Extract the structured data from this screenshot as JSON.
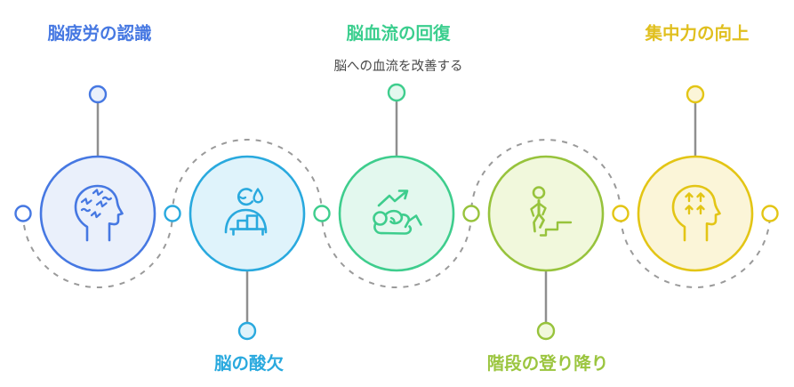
{
  "diagram": {
    "type": "process-loop-infographic",
    "subtitle": "脳への血流を改善する",
    "connector": {
      "style": "dashed-wave",
      "line_color": "#9A9A9A",
      "stem_color": "#8F8F8F"
    },
    "steps": [
      {
        "label": "脳疲労の認識",
        "label_position": "top",
        "label_color": "#4678E2",
        "circle_stroke": "#4678E2",
        "circle_fill": "#EAF0FB",
        "icon": "fatigued-head-icon"
      },
      {
        "label": "脳の酸欠",
        "label_position": "bottom",
        "label_color": "#29A9DE",
        "circle_stroke": "#29A9DE",
        "circle_fill": "#DFF3FB",
        "icon": "person-sweating-desk-icon"
      },
      {
        "label": "脳血流の回復",
        "label_position": "top",
        "label_color": "#3BCE8E",
        "circle_stroke": "#3ECD8D",
        "circle_fill": "#E3F8EE",
        "icon": "situp-rising-arrow-icon"
      },
      {
        "label": "階段の登り降り",
        "label_position": "bottom",
        "label_color": "#9BC53F",
        "circle_stroke": "#97C33C",
        "circle_fill": "#F1F8DC",
        "icon": "stairs-climb-icon"
      },
      {
        "label": "集中力の向上",
        "label_position": "top",
        "label_color": "#E0BF1E",
        "circle_stroke": "#E3C515",
        "circle_fill": "#FBF5D8",
        "icon": "head-up-arrows-icon"
      }
    ],
    "subtitle_color": "#4A4A4A",
    "connector_dots": [
      "#4678E2",
      "#29A9DE",
      "#3ECD8D",
      "#97C33C",
      "#E3C515",
      "#E3C515"
    ]
  }
}
